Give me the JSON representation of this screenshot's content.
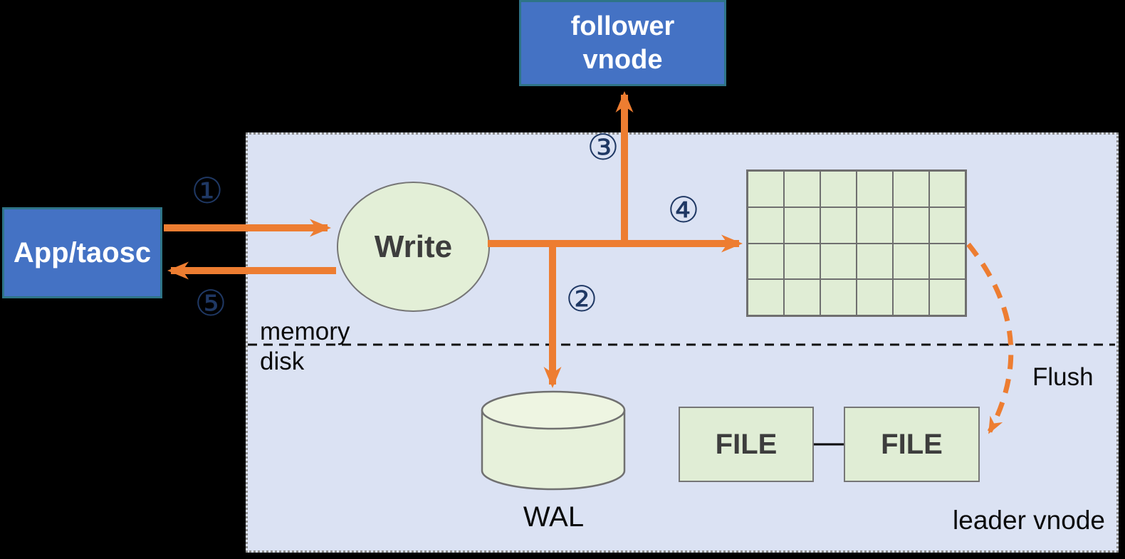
{
  "nodes": {
    "app": {
      "label": "App/taosc"
    },
    "follower": {
      "label": "follower\nvnode"
    },
    "write": {
      "label": "Write"
    },
    "wal": {
      "label": "WAL"
    },
    "file1": {
      "label": "FILE"
    },
    "file2": {
      "label": "FILE"
    }
  },
  "labels": {
    "memory": "memory",
    "disk": "disk",
    "flush": "Flush",
    "leader_vnode": "leader vnode"
  },
  "steps": {
    "s1": "①",
    "s2": "②",
    "s3": "③",
    "s4": "④",
    "s5": "⑤"
  },
  "grid": {
    "rows": 4,
    "cols": 6
  },
  "colors": {
    "arrow_orange": "#ed7d31",
    "step_navy": "#1f3864",
    "node_blue": "#4472c4",
    "node_blue_border": "#2e7487",
    "shape_green": "#e3efd7",
    "region_lavender": "#dbe2f3",
    "background": "#000000"
  }
}
